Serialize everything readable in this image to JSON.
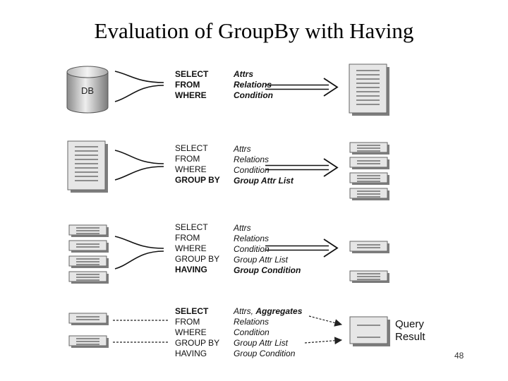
{
  "slide": {
    "title": "Evaluation of GroupBy with Having",
    "page_number": "48"
  },
  "db_label": "DB",
  "steps": [
    {
      "keywords": [
        "SELECT",
        "FROM",
        "WHERE"
      ],
      "args": [
        "Attrs",
        "Relations",
        "Condition"
      ]
    },
    {
      "keywords": [
        "SELECT",
        "FROM",
        "WHERE",
        "GROUP BY"
      ],
      "args": [
        "Attrs",
        "Relations",
        "Condition",
        "Group Attr List"
      ]
    },
    {
      "keywords": [
        "SELECT",
        "FROM",
        "WHERE",
        "GROUP BY",
        "HAVING"
      ],
      "args": [
        "Attrs",
        "Relations",
        "Condition",
        "Group Attr List",
        "Group Condition"
      ]
    },
    {
      "keywords": [
        "SELECT",
        "FROM",
        "WHERE",
        "GROUP BY",
        "HAVING"
      ],
      "args_first": "Attrs, ",
      "args_first_bold": "Aggregates",
      "args": [
        "Relations",
        "Condition",
        "Group Attr List",
        "Group Condition"
      ]
    }
  ],
  "query_result": [
    "Query",
    "Result"
  ]
}
